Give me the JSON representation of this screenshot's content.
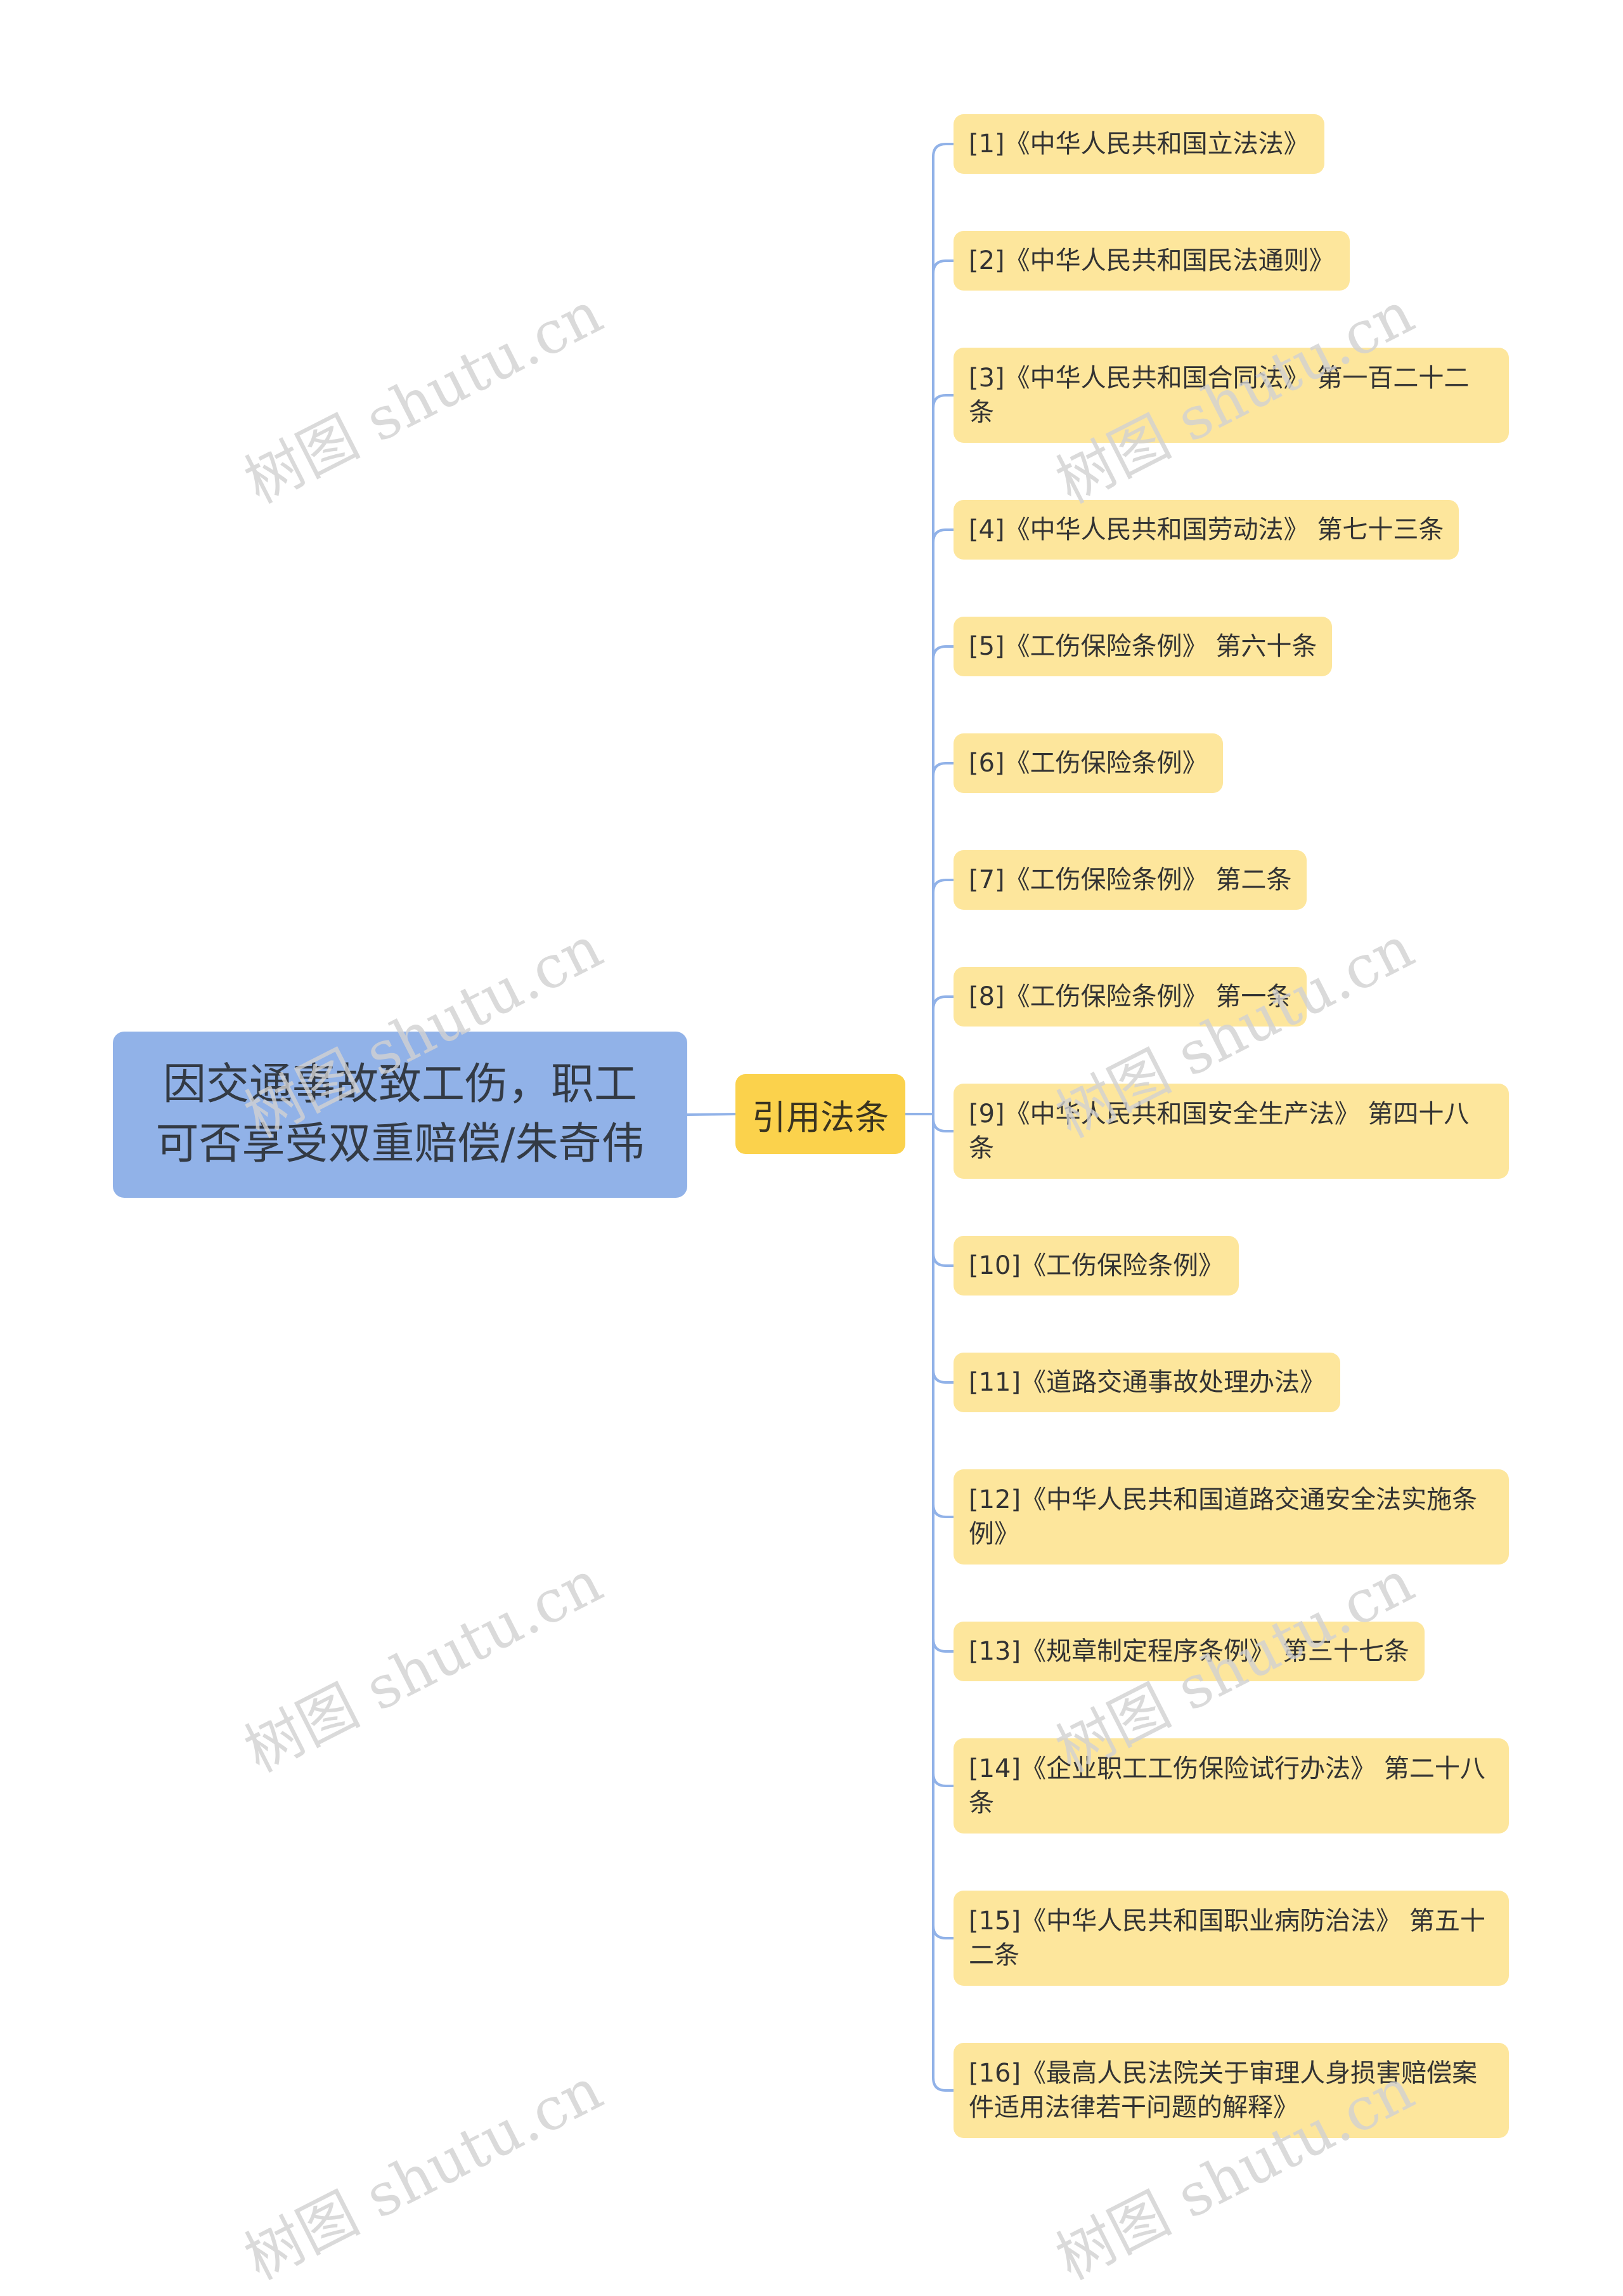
{
  "root": {
    "label": "因交通事故致工伤，职工可否享受双重赔偿/朱奇伟"
  },
  "branch": {
    "label": "引用法条"
  },
  "leaves": [
    "[1]《中华人民共和国立法法》",
    "[2]《中华人民共和国民法通则》",
    "[3]《中华人民共和国合同法》 第一百二十二条",
    "[4]《中华人民共和国劳动法》 第七十三条",
    "[5]《工伤保险条例》 第六十条",
    "[6]《工伤保险条例》",
    "[7]《工伤保险条例》 第二条",
    "[8]《工伤保险条例》 第一条",
    "[9]《中华人民共和国安全生产法》 第四十八条",
    "[10]《工伤保险条例》",
    "[11]《道路交通事故处理办法》",
    "[12]《中华人民共和国道路交通安全法实施条例》",
    "[13]《规章制定程序条例》 第三十七条",
    "[14]《企业职工工伤保险试行办法》 第二十八条",
    "[15]《中华人民共和国职业病防治法》 第五十二条",
    "[16]《最高人民法院关于审理人身损害赔偿案件适用法律若干问题的解释》"
  ],
  "watermark": "树图 shutu.cn",
  "colors": {
    "root": "#91b2e8",
    "branch": "#fbd24c",
    "leaf": "#fde69c",
    "line": "#91b2e8"
  }
}
